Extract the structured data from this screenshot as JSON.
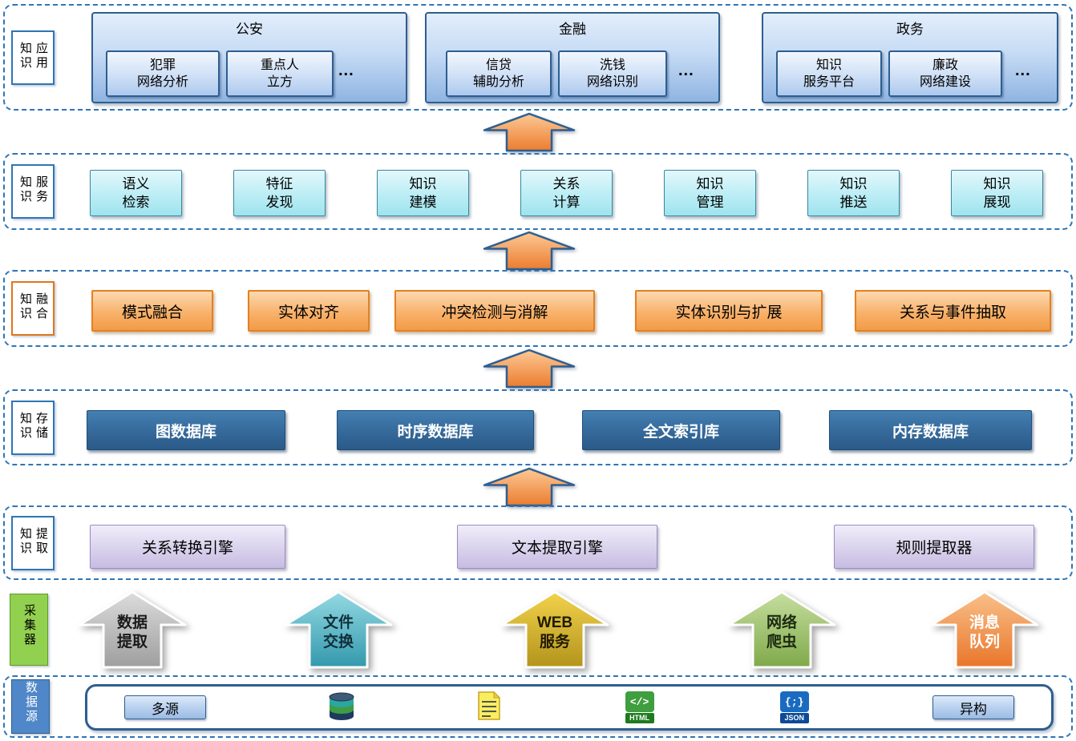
{
  "palette": {
    "layer_dash_border": "#2e75b6",
    "box_border_navy": "#2e5e8f",
    "fusion_accent": "#e5801f",
    "storage_blue": "#35699a",
    "collector_label_green": "#92d050",
    "datasource_label_blue": "#4f87c8",
    "flow_arrow_top": "#fcc995",
    "flow_arrow_bottom": "#ec7c2f"
  },
  "application": {
    "label": "知识应用",
    "groups": [
      {
        "title": "公安",
        "items": [
          "犯罪\n网络分析",
          "重点人\n立方"
        ],
        "more": "..."
      },
      {
        "title": "金融",
        "items": [
          "信贷\n辅助分析",
          "洗钱\n网络识别"
        ],
        "more": "..."
      },
      {
        "title": "政务",
        "items": [
          "知识\n服务平台",
          "廉政\n网络建设"
        ],
        "more": "..."
      }
    ]
  },
  "service": {
    "label": "知识服务",
    "items": [
      "语义\n检索",
      "特征\n发现",
      "知识\n建模",
      "关系\n计算",
      "知识\n管理",
      "知识\n推送",
      "知识\n展现"
    ]
  },
  "fusion": {
    "label": "知识融合",
    "items": [
      "模式融合",
      "实体对齐",
      "冲突检测与消解",
      "实体识别与扩展",
      "关系与事件抽取"
    ]
  },
  "storage": {
    "label": "知识存储",
    "items": [
      "图数据库",
      "时序数据库",
      "全文索引库",
      "内存数据库"
    ]
  },
  "extraction": {
    "label": "知识提取",
    "items": [
      "关系转换引擎",
      "文本提取引擎",
      "规则提取器"
    ]
  },
  "collector": {
    "label": "采集器",
    "arrows": [
      {
        "label": "数据\n提取",
        "fill_top": "#dcdcdc",
        "fill_bottom": "#9e9e9e",
        "text_color": "#1a1a1a"
      },
      {
        "label": "文件\n交换",
        "fill_top": "#94d9e2",
        "fill_bottom": "#3399ad",
        "text_color": "#10303a"
      },
      {
        "label": "WEB\n服务",
        "fill_top": "#f2d24b",
        "fill_bottom": "#b3941c",
        "text_color": "#201a00"
      },
      {
        "label": "网络\n爬虫",
        "fill_top": "#c6de9f",
        "fill_bottom": "#7fa94a",
        "text_color": "#1d2a10"
      },
      {
        "label": "消息\n队列",
        "fill_top": "#f9c08a",
        "fill_bottom": "#e9762a",
        "text_color": "#ffffff"
      }
    ]
  },
  "datasource": {
    "label": "数据源",
    "left_box": "多源",
    "right_box": "异构",
    "html_icon": {
      "glyph": "</>",
      "caption": "HTML"
    },
    "json_icon": {
      "glyph": "{;}",
      "caption": "JSON"
    }
  }
}
